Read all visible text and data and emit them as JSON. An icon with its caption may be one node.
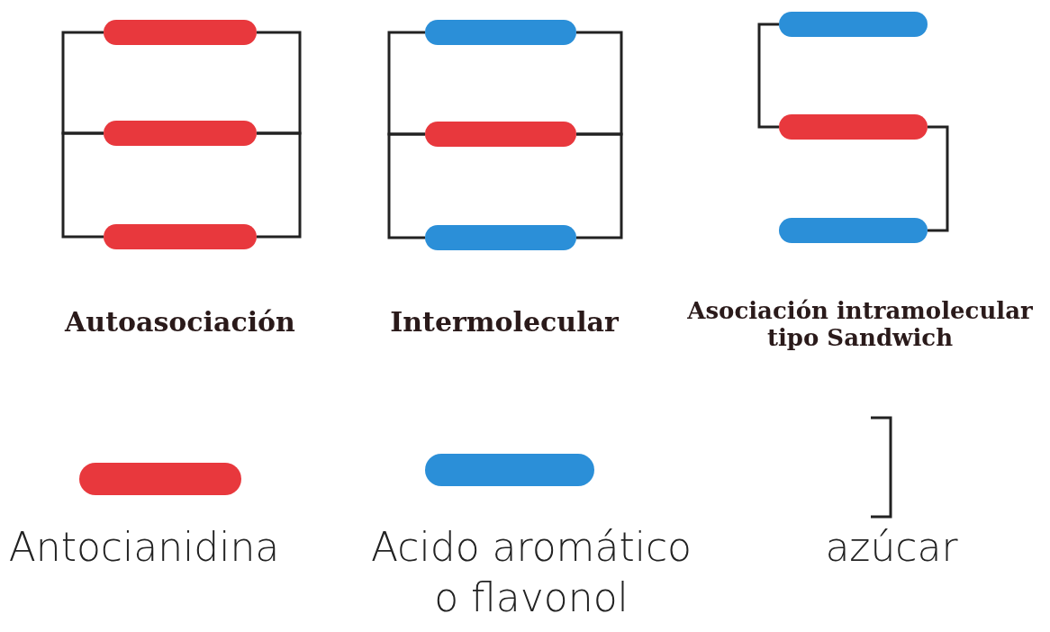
{
  "diagram": {
    "nodes": [
      {
        "text": [],
        "shape": "bar"
      },
      {
        "text": [],
        "shape": "bar"
      },
      {
        "text": [],
        "shape": "bar"
      },
      {
        "text": [],
        "shape": "bar"
      },
      {
        "text": [],
        "shape": "bar"
      },
      {
        "text": [],
        "shape": "bar"
      },
      {
        "text": [],
        "shape": "bar"
      },
      {
        "text": [],
        "shape": "bar"
      },
      {
        "text": [],
        "shape": "bar"
      }
    ],
    "edges": [
      {
        "from": 0,
        "to": 1,
        "arrow": "none"
      },
      {
        "from": 1,
        "to": 2,
        "arrow": "none"
      },
      {
        "from": 0,
        "to": 1,
        "arrow": "none"
      },
      {
        "from": 1,
        "to": 2,
        "arrow": "none"
      },
      {
        "from": 3,
        "to": 4,
        "arrow": "none"
      },
      {
        "from": 4,
        "to": 5,
        "arrow": "none"
      },
      {
        "from": 3,
        "to": 4,
        "arrow": "none"
      },
      {
        "from": 4,
        "to": 5,
        "arrow": "none"
      },
      {
        "from": 6,
        "to": 7,
        "arrow": "none"
      },
      {
        "from": 7,
        "to": 8,
        "arrow": "none"
      }
    ],
    "labels": [
      "Autoasociación",
      "Intermolecular",
      "Asociación intramolecular tipo Sandwich"
    ],
    "legend": [
      {
        "text": "Antocianidina",
        "color": "#e8383d"
      },
      {
        "text": "Acido aromático o flavonol",
        "color": "#2b8fd8"
      },
      {
        "text": "azúcar"
      }
    ]
  }
}
